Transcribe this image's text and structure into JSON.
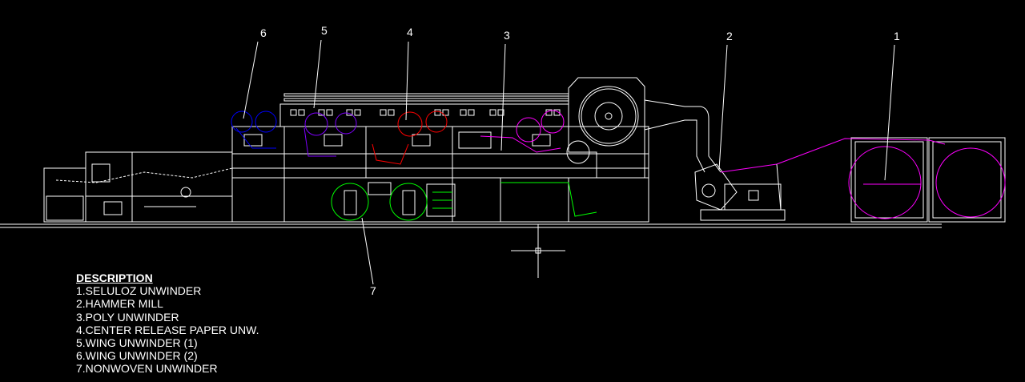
{
  "drawing": {
    "callouts": [
      "1",
      "2",
      "3",
      "4",
      "5",
      "6",
      "7"
    ],
    "colors": {
      "background": "#000000",
      "lines": "#ffffff",
      "nonwoven": "#00ff00",
      "wing2": "#0000ff",
      "wing1": "#7f00ff",
      "center": "#ff0000",
      "poly": "#ff00ff"
    }
  },
  "description": {
    "title": "DESCRIPTION",
    "items": [
      "1.SELULOZ UNWINDER",
      "2.HAMMER MILL",
      "3.POLY UNWINDER",
      "4.CENTER RELEASE PAPER UNW.",
      "5.WING UNWINDER (1)",
      "6.WING UNWINDER (2)",
      "7.NONWOVEN UNWINDER"
    ]
  }
}
